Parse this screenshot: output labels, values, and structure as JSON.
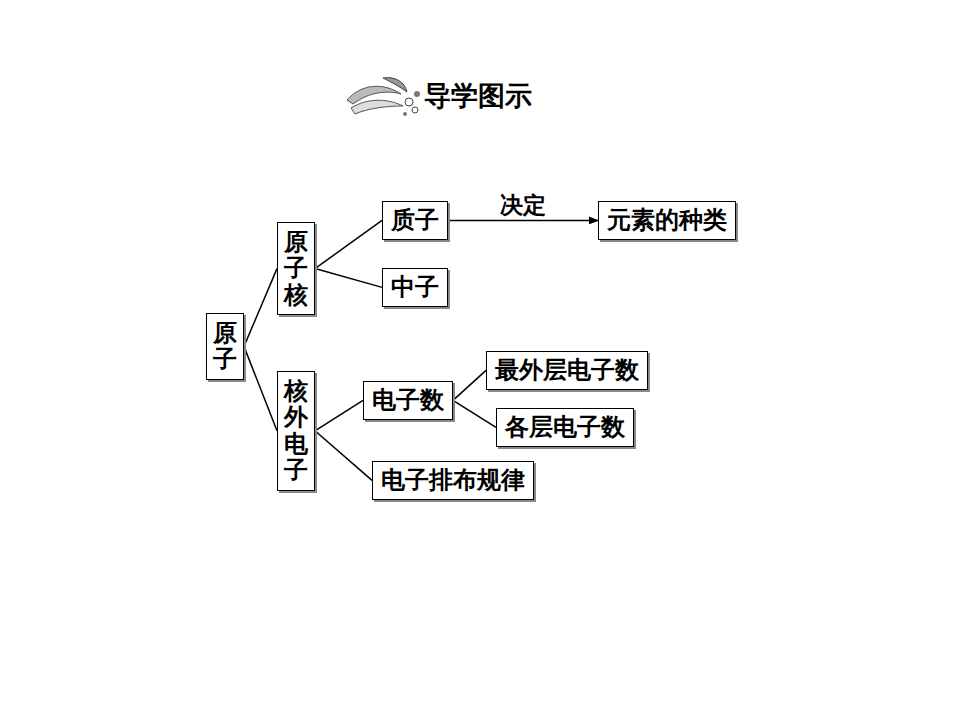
{
  "diagram": {
    "title": "导学图示",
    "nodes": [
      {
        "text": [
          "原子"
        ]
      },
      {
        "text": [
          "原子核"
        ]
      },
      {
        "text": [
          "质子"
        ]
      },
      {
        "text": [
          "元素的种类"
        ]
      },
      {
        "text": [
          "中子"
        ]
      },
      {
        "text": [
          "核外电子"
        ]
      },
      {
        "text": [
          "电子数"
        ]
      },
      {
        "text": [
          "最外层电子数"
        ]
      },
      {
        "text": [
          "各层电子数"
        ]
      },
      {
        "text": [
          "电子排布规律"
        ]
      }
    ],
    "edges": [
      {
        "from": 0,
        "to": 1,
        "arrow": "none"
      },
      {
        "from": 0,
        "to": 5,
        "arrow": "none"
      },
      {
        "from": 1,
        "to": 2,
        "arrow": "none"
      },
      {
        "from": 1,
        "to": 4,
        "arrow": "none"
      },
      {
        "from": 2,
        "to": 3,
        "label": "决定",
        "arrow": "to"
      },
      {
        "from": 5,
        "to": 6,
        "arrow": "none"
      },
      {
        "from": 5,
        "to": 9,
        "arrow": "none"
      },
      {
        "from": 6,
        "to": 7,
        "arrow": "none"
      },
      {
        "from": 6,
        "to": 8,
        "arrow": "none"
      }
    ]
  }
}
